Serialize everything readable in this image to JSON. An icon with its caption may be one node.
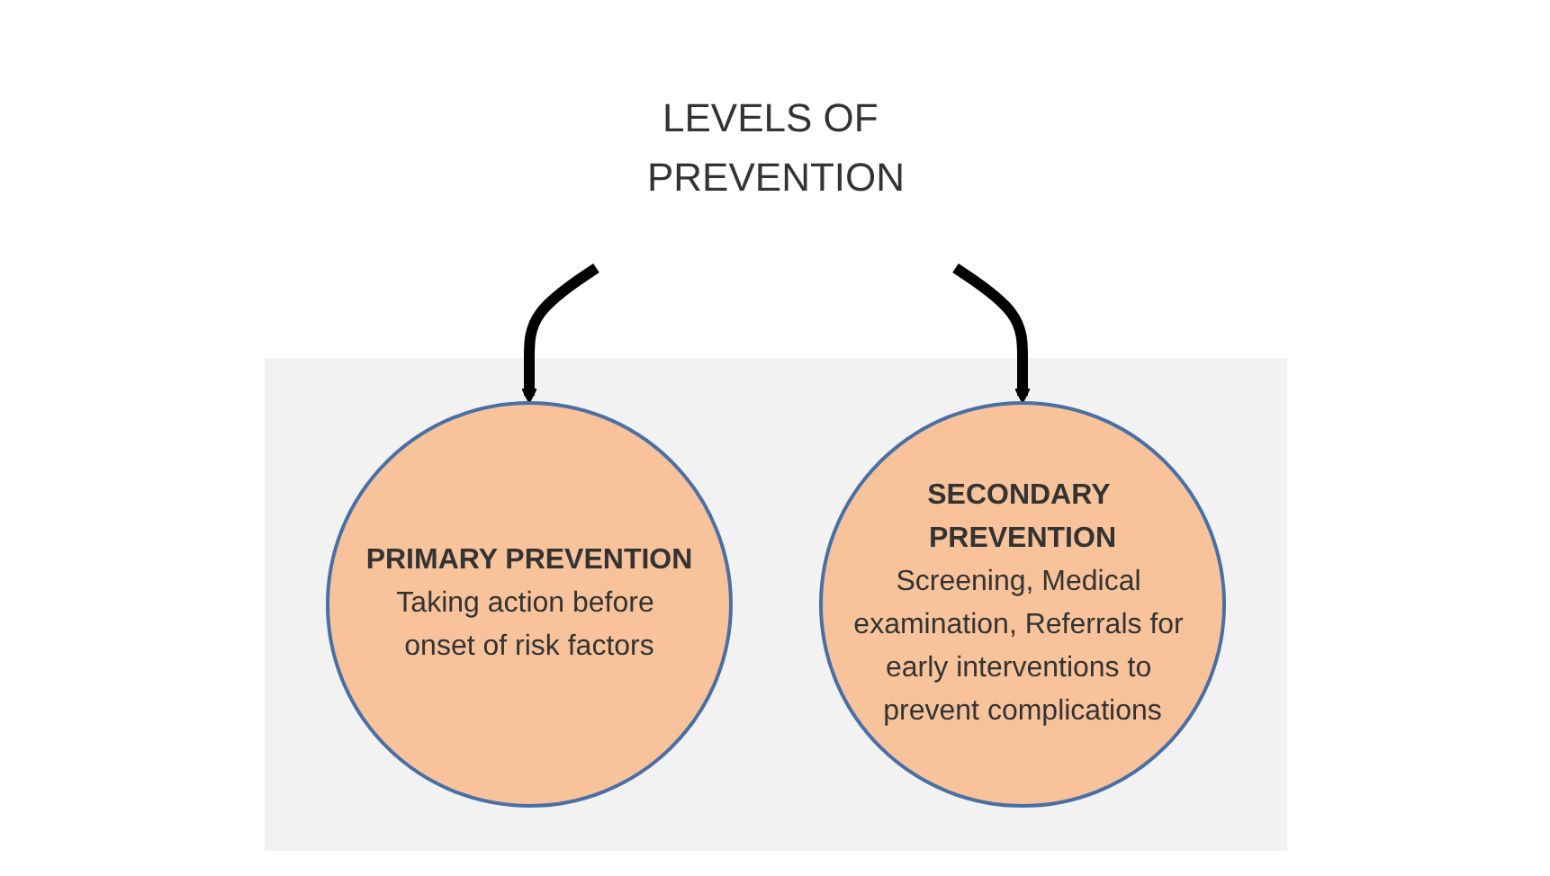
{
  "diagram": {
    "nodes": [
      {
        "text": [
          "LEVELS OF PREVENTION"
        ]
      },
      {
        "text": [],
        "shape": "band"
      },
      {
        "text": [
          "PRIMARY PREVENTION",
          "Taking action before onset of risk factors"
        ],
        "in": 1
      },
      {
        "text": [
          "SECONDARY PREVENTION",
          "Screening, Medical examination, Referrals for early interventions to prevent complications"
        ],
        "in": 1
      }
    ],
    "edges": [
      {
        "from": 0,
        "to": 2,
        "arrow": "to"
      },
      {
        "from": 0,
        "to": 3,
        "arrow": "to"
      }
    ]
  }
}
